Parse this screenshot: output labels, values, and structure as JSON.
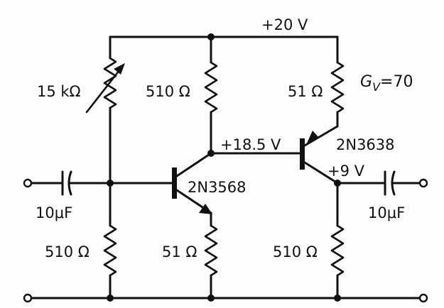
{
  "supply": {
    "voltage": "+20 V"
  },
  "gain": {
    "label": "G",
    "subscript": "V",
    "value": "=70"
  },
  "components": {
    "r_var": "15 kΩ",
    "r_c1": "510 Ω",
    "r_e2": "51 Ω",
    "r_bias": "510 Ω",
    "r_e1": "51 Ω",
    "r_load": "510 Ω",
    "cap_in": "10μF",
    "cap_out": "10μF"
  },
  "transistors": {
    "q1": "2N3568",
    "q2": "2N3638"
  },
  "nodes": {
    "collector_v": "+18.5 V",
    "output_v": "+9 V"
  }
}
